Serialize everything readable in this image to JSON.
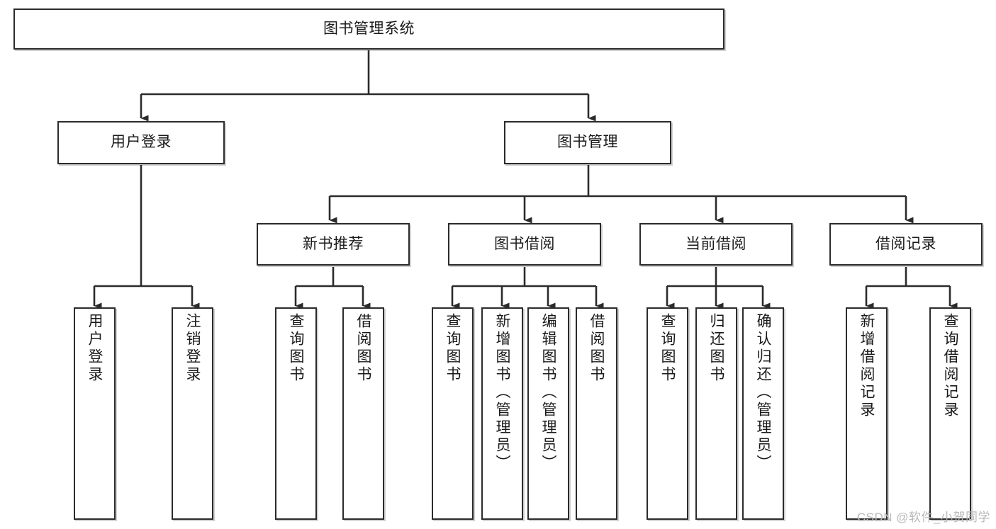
{
  "diagram": {
    "type": "tree",
    "title": "图书管理系统",
    "orientation": "top-down",
    "colors": {
      "box_border": "#2b2b2b",
      "box_fill": "#ffffff",
      "connector": "#2b2b2b",
      "text": "#1a1a1a",
      "watermark": "#b9b9b9"
    },
    "root": {
      "label": "图书管理系统"
    },
    "level2": [
      {
        "label": "用户登录"
      },
      {
        "label": "图书管理"
      }
    ],
    "level3": [
      {
        "label": "新书推荐"
      },
      {
        "label": "图书借阅"
      },
      {
        "label": "当前借阅"
      },
      {
        "label": "借阅记录"
      }
    ],
    "leaves": {
      "user_login": [
        {
          "label": "用户登录"
        },
        {
          "label": "注销登录"
        }
      ],
      "new_book_recommend": [
        {
          "label": "查询图书"
        },
        {
          "label": "借阅图书"
        }
      ],
      "book_borrow": [
        {
          "label": "查询图书"
        },
        {
          "label": "新增图书（管理员）"
        },
        {
          "label": "编辑图书（管理员）"
        },
        {
          "label": "借阅图书"
        }
      ],
      "current_borrow": [
        {
          "label": "查询图书"
        },
        {
          "label": "归还图书"
        },
        {
          "label": "确认归还（管理员）"
        }
      ],
      "borrow_record": [
        {
          "label": "新增借阅记录"
        },
        {
          "label": "查询借阅记录"
        }
      ]
    },
    "watermark": "CSDN @软件_小贺同学"
  }
}
